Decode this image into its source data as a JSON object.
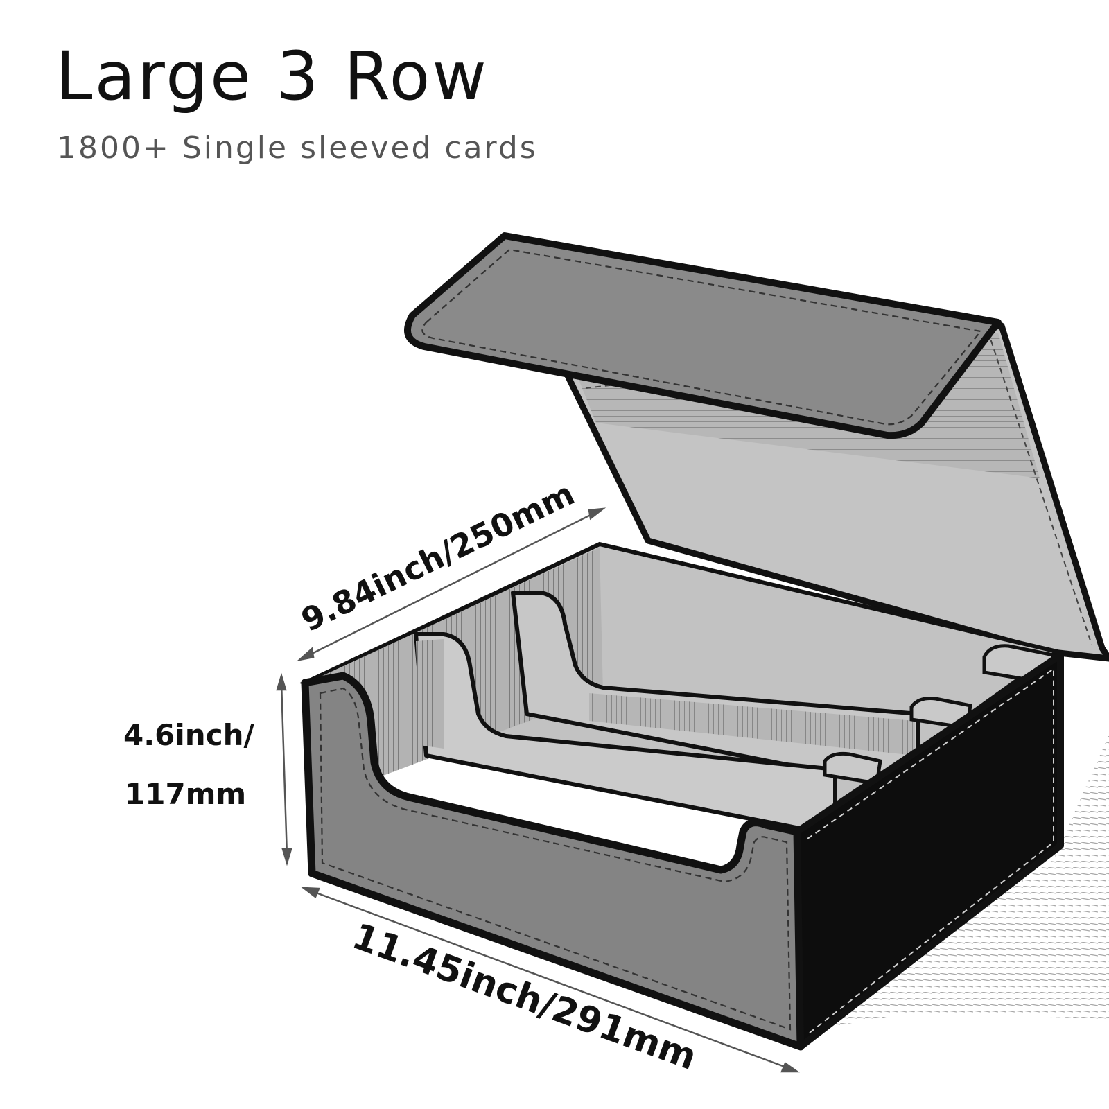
{
  "header": {
    "title": "Large 3 Row",
    "subtitle": "1800+ Single sleeved cards"
  },
  "dimensions": {
    "depth_label": "9.84inch/250mm",
    "height_label_line1": "4.6inch/",
    "height_label_line2": "117mm",
    "width_label": "11.45inch/291mm"
  },
  "colors": {
    "outline": "#111111",
    "leather": "#7a7a7a",
    "interior": "#bdbdbd",
    "side_dark": "#0d0d0d"
  }
}
